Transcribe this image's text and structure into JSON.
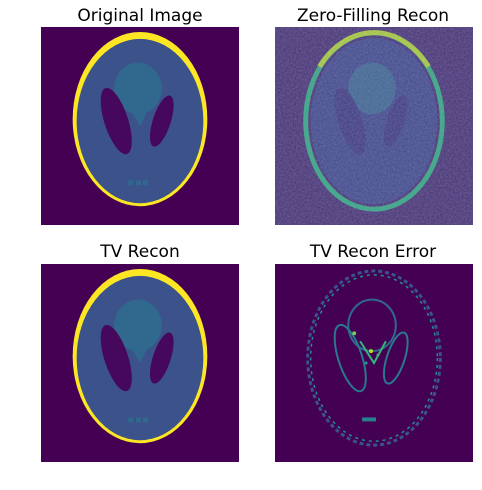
{
  "figure": {
    "panels": [
      {
        "title": "Original Image",
        "kind": "phantom-clean"
      },
      {
        "title": "Zero-Filling Recon",
        "kind": "phantom-noisy"
      },
      {
        "title": "TV Recon",
        "kind": "phantom-clean"
      },
      {
        "title": "TV Recon Error",
        "kind": "error-map"
      }
    ],
    "colormap": "viridis",
    "colors": {
      "background": "#440154",
      "head": "#3b528b",
      "skull": "#fde725",
      "inner_blob": "#31688e",
      "dark_ellipse": "#46085c",
      "edge_noise": "#21918c"
    }
  }
}
